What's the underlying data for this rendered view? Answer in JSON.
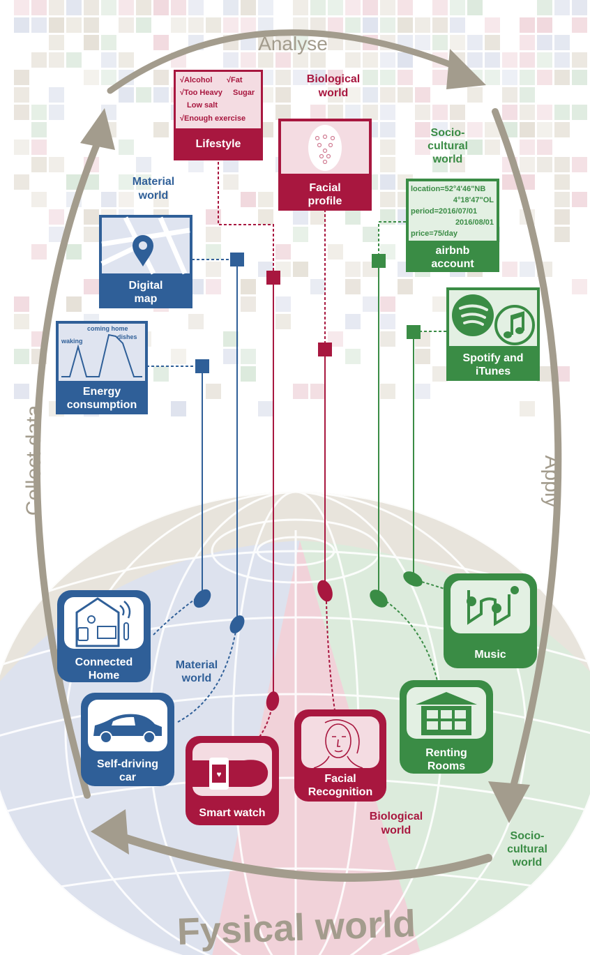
{
  "colors": {
    "material": "#2f5f98",
    "biological": "#a8173f",
    "sociocultural": "#3a8c45",
    "arrow": "#a39c8d",
    "material_light": "#dce2ef",
    "biological_light": "#f0d3d9",
    "sociocultural_light": "#dcebdc",
    "neutral_light": "#e8e4dc"
  },
  "cycle": {
    "analyse": "Analyse",
    "apply": "Apply",
    "collect": "Collect data",
    "bottom_title": "Fysical world"
  },
  "world_labels": {
    "material_top": [
      "Material",
      "world"
    ],
    "biological_top": [
      "Biological",
      "world"
    ],
    "sociocultural_top": [
      "Socio-",
      "cultural",
      "world"
    ],
    "material_bottom": [
      "Material",
      "world"
    ],
    "biological_bottom": [
      "Biological",
      "world"
    ],
    "sociocultural_bottom": [
      "Socio-",
      "cultural",
      "world"
    ]
  },
  "data_boxes": {
    "lifestyle": {
      "title": "Lifestyle",
      "checklist": [
        "√Alcohol",
        "√Fat",
        "√Too Heavy",
        "Sugar",
        "Low salt",
        "√Enough exercise"
      ]
    },
    "facial_profile": {
      "title": [
        "Facial",
        "profile"
      ]
    },
    "digital_map": {
      "title": [
        "Digital",
        "map"
      ]
    },
    "energy": {
      "title": [
        "Energy",
        "consumption"
      ],
      "chart_labels": [
        "waking",
        "coming home",
        "dishes"
      ]
    },
    "airbnb": {
      "title": [
        "airbnb",
        "account"
      ],
      "lines": [
        "location=52°4'46\"NB",
        "4°18'47\"OL",
        "period=2016/07/01",
        "2016/08/01",
        "price=75/day"
      ]
    },
    "spotify": {
      "title": [
        "Spotify and",
        "iTunes"
      ]
    }
  },
  "devices": {
    "connected_home": [
      "Connected",
      "Home"
    ],
    "self_driving_car": [
      "Self-driving",
      "car"
    ],
    "smart_watch": [
      "Smart watch"
    ],
    "facial_recognition": [
      "Facial",
      "Recognition"
    ],
    "renting_rooms": [
      "Renting",
      "Rooms"
    ],
    "music": [
      "Music"
    ]
  }
}
